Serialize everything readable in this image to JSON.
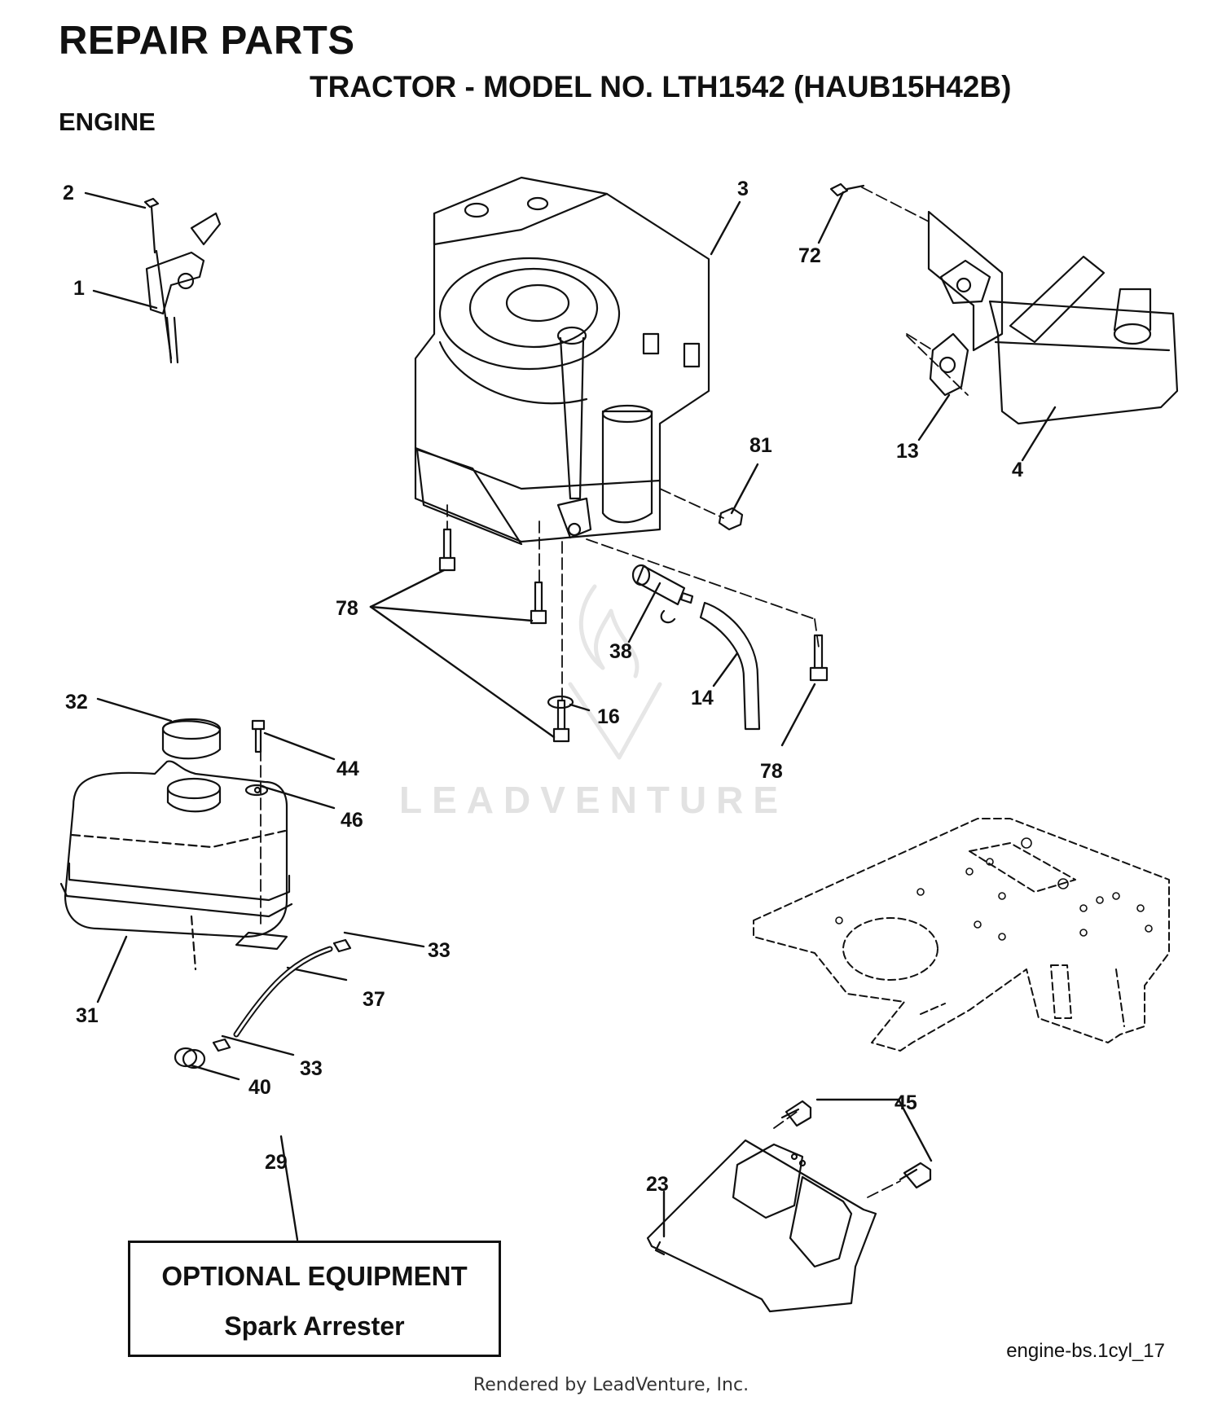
{
  "header": {
    "title": "REPAIR PARTS",
    "subtitle": "TRACTOR - MODEL NO. LTH1542 (HAUB15H42B)",
    "section": "ENGINE"
  },
  "watermark": {
    "text": "LEADVENTURE"
  },
  "callouts": [
    "2",
    "1",
    "3",
    "72",
    "13",
    "4",
    "81",
    "78",
    "38",
    "14",
    "16",
    "78",
    "32",
    "44",
    "46",
    "33",
    "31",
    "37",
    "33",
    "40",
    "29",
    "45",
    "23"
  ],
  "optional_box": {
    "line1": "OPTIONAL EQUIPMENT",
    "line2": "Spark Arrester"
  },
  "figure_ref": "engine-bs.1cyl_17",
  "footer": "Rendered by LeadVenture, Inc."
}
